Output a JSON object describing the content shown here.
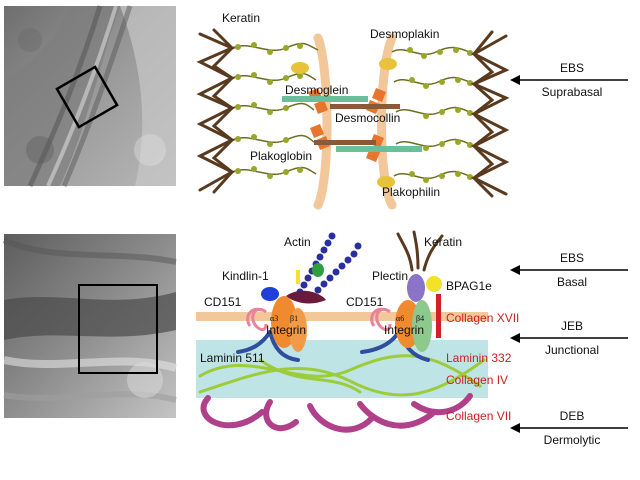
{
  "colors": {
    "keratin": "#5a3a1e",
    "membrane": "#f2c79a",
    "desmoplakin_knot": "#9aa628",
    "desmoplakin_line": "#6b6f1f",
    "plakoglobin": "#e8742e",
    "desmoglein": "#6abf9b",
    "desmocollin": "#8a5a38",
    "plakophilin": "#e8c23a",
    "actin": "#2a2f9e",
    "kindlin": "#1f3fd6",
    "integrin": "#f08a2e",
    "integrin_b4": "#8dc88d",
    "plectin": "#8a74c8",
    "bpag": "#f3e12a",
    "collagen17": "#d2202a",
    "collagen7": "#b0408a",
    "tetraspanin": "#e8849a",
    "basement": "#a9dbdc",
    "laminin": "#2f4ea0",
    "collagen4": "#9ccc3a",
    "red_label": "#cc1f1f"
  },
  "micrographs": [
    {
      "name": "EM image, desmosome"
    },
    {
      "name": "EM image, hemidesmosome"
    }
  ],
  "desmosome": {
    "keratin": "Keratin",
    "desmoplakin": "Desmoplakin",
    "desmoglein": "Desmoglein",
    "desmocollin": "Desmocollin",
    "plakoglobin": "Plakoglobin",
    "plakophilin": "Plakophilin"
  },
  "hemidesmosome": {
    "actin": "Actin",
    "keratin": "Keratin",
    "kindlin": "Kindlin-1",
    "plectin": "Plectin",
    "bpag": "BPAG1e",
    "cd151_left": "CD151",
    "cd151_right": "CD151",
    "integrin_left": "Integrin",
    "integrin_right": "Integrin",
    "a3": "α3",
    "b1": "β1",
    "a6": "α6",
    "b4": "β4",
    "collagen17": "Collagen XVII",
    "laminin511": "Laminin 511",
    "laminin332": "Laminin 332",
    "collagen4": "Collagen IV",
    "collagen7": "Collagen VII"
  },
  "levels": [
    {
      "line1": "EBS",
      "line2": "Suprabasal"
    },
    {
      "line1": "EBS",
      "line2": "Basal"
    },
    {
      "line1": "JEB",
      "line2": "Junctional"
    },
    {
      "line1": "DEB",
      "line2": "Dermolytic"
    }
  ]
}
